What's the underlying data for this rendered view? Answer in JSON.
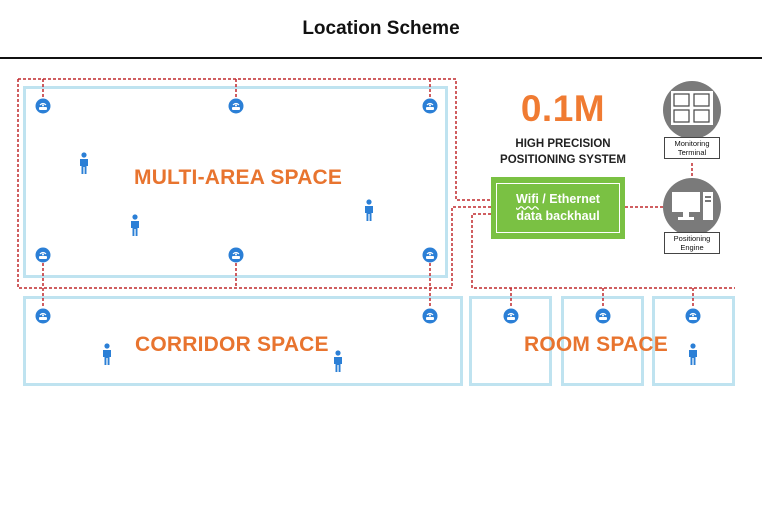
{
  "title": "Location Scheme",
  "metric": "0.1M",
  "system": {
    "line1": "HIGH PRECISION",
    "line2": "POSITIONING SYSTEM"
  },
  "backhaul": {
    "line1_a": "Wifi",
    "line1_b": " / Ethernet",
    "line2": "data backhaul"
  },
  "devices": {
    "monitoring": {
      "line1": "Monitoring",
      "line2": "Terminal"
    },
    "engine": {
      "line1": "Positioning",
      "line2": "Engine"
    }
  },
  "zones": {
    "multi_area": "MULTI-AREA SPACE",
    "corridor": "CORRIDOR SPACE",
    "room": "ROOM SPACE"
  },
  "icons": {
    "access_point": "wifi-anchor-icon",
    "person": "person-icon",
    "monitor": "monitoring-terminal-icon",
    "server": "positioning-engine-icon"
  },
  "colors": {
    "accent_orange": "#f07b32",
    "zone_border": "#bfe3f0",
    "backhaul_green": "#7ac143",
    "link_red": "#c0282d",
    "icon_blue": "#2b7fd6"
  }
}
